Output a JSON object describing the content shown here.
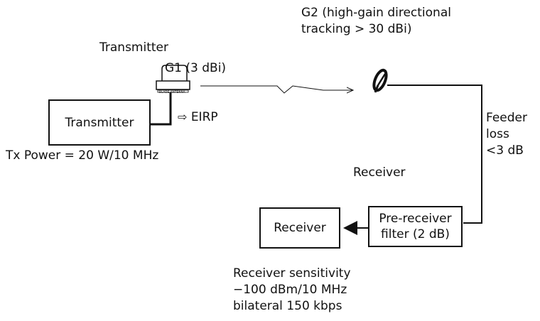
{
  "header": {
    "g2_line1": "G2 (high-gain directional",
    "g2_line2": "tracking > 30 dBi)"
  },
  "transmitter": {
    "section_label": "Transmitter",
    "g1_label": "G1 (3 dBi)",
    "antenna_label": "BLADE ANTENNA",
    "box_label": "Transmitter",
    "eirp_label": "EIRP",
    "power_label": "Tx Power = 20 W/10 MHz"
  },
  "feeder": {
    "line1": "Feeder",
    "line2": "loss",
    "line3": "<3 dB"
  },
  "receiver": {
    "section_label": "Receiver",
    "filter_line1": "Pre-receiver",
    "filter_line2": "filter (2 dB)",
    "box_label": "Receiver",
    "sensitivity_line1": "Receiver sensitivity",
    "sensitivity_line2": "−100 dBm/10 MHz",
    "sensitivity_line3": "bilateral 150 kbps"
  },
  "icons": {
    "antenna": "blade-antenna-icon",
    "dish": "dish-antenna-icon",
    "eirp_arrow": "hollow-arrow-icon",
    "radio_link": "lightning-link-icon"
  }
}
